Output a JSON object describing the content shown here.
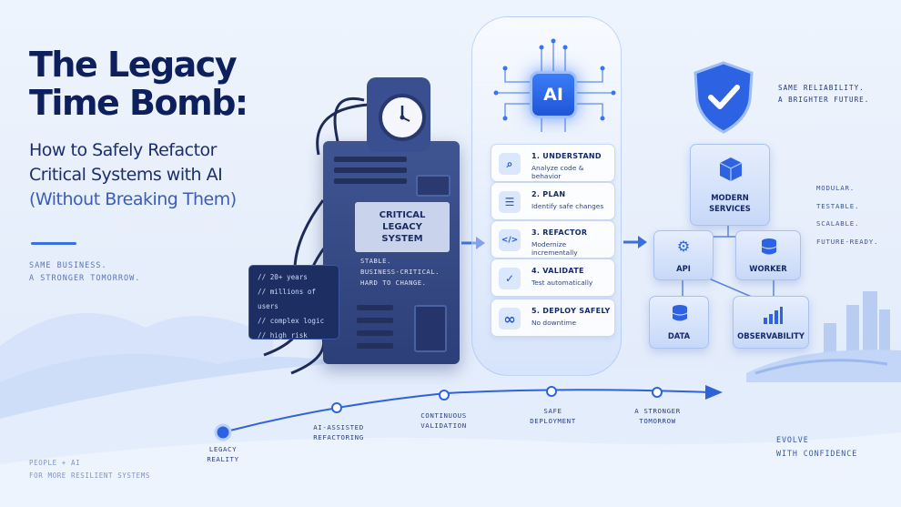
{
  "title": {
    "line1": "The Legacy",
    "line2": "Time Bomb:"
  },
  "subtitle": {
    "line1": "How to Safely Refactor",
    "line2": "Critical Systems with AI",
    "line3": "(Without Breaking Them)"
  },
  "tagline": {
    "line1": "SAME BUSINESS.",
    "line2": "A STRONGER TOMORROW."
  },
  "footer_left": {
    "line1": "PEOPLE + AI",
    "line2": "FOR MORE RESILIENT SYSTEMS"
  },
  "legacy_server": {
    "label_line1": "CRITICAL",
    "label_line2": "LEGACY SYSTEM",
    "note_line1": "STABLE.",
    "note_line2": "BUSINESS-CRITICAL.",
    "note_line3": "HARD TO CHANGE.",
    "code_lines": [
      "// 20+ years",
      "// millions of users",
      "// complex logic",
      "// high risk"
    ]
  },
  "ai_chip": "AI",
  "steps": [
    {
      "title": "1. UNDERSTAND",
      "desc": "Analyze code & behavior",
      "icon": "search-icon",
      "glyph": "⌕"
    },
    {
      "title": "2. PLAN",
      "desc": "Identify safe changes",
      "icon": "document-icon",
      "glyph": "☰"
    },
    {
      "title": "3. REFACTOR",
      "desc": "Modernize incrementally",
      "icon": "code-icon",
      "glyph": "</>"
    },
    {
      "title": "4. VALIDATE",
      "desc": "Test automatically",
      "icon": "checklist-icon",
      "glyph": "✓"
    },
    {
      "title": "5. DEPLOY SAFELY",
      "desc": "No downtime",
      "icon": "infinity-icon",
      "glyph": "∞"
    }
  ],
  "right_tagline": {
    "line1": "SAME RELIABILITY.",
    "line2": "A BRIGHTER FUTURE."
  },
  "modules": {
    "main_line1": "MODERN",
    "main_line2": "SERVICES",
    "api": "API",
    "worker": "WORKER",
    "data": "DATA",
    "observability": "OBSERVABILITY"
  },
  "qualities": [
    "MODULAR.",
    "TESTABLE.",
    "SCALABLE.",
    "FUTURE-READY."
  ],
  "right_footer": {
    "line1": "EVOLVE",
    "line2": "WITH CONFIDENCE"
  },
  "timeline": [
    {
      "line1": "LEGACY",
      "line2": "REALITY"
    },
    {
      "line1": "AI-ASSISTED",
      "line2": "REFACTORING"
    },
    {
      "line1": "CONTINUOUS",
      "line2": "VALIDATION"
    },
    {
      "line1": "SAFE",
      "line2": "DEPLOYMENT"
    },
    {
      "line1": "A STRONGER",
      "line2": "TOMORROW"
    }
  ],
  "colors": {
    "accent": "#3a6fe0",
    "navy": "#0d1f5c",
    "chip": "#2a63e6"
  }
}
